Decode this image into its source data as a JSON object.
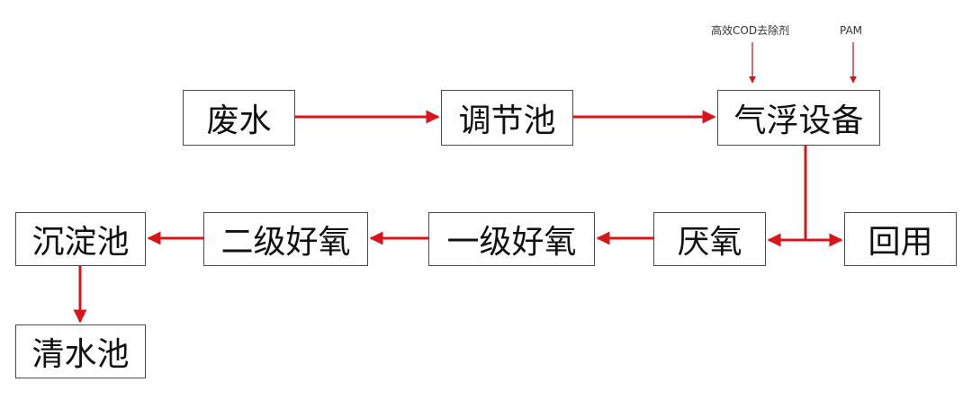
{
  "nodes": {
    "wastewater": "废水",
    "equalization_tank": "调节池",
    "air_flotation": "气浮设备",
    "anoxic": "厌氧",
    "reuse": "回用",
    "aerobic_stage1": "一级好氧",
    "aerobic_stage2": "二级好氧",
    "settling_tank": "沉淀池",
    "clear_water_tank": "清水池"
  },
  "additives": {
    "cod_remover": "高效COD去除剂",
    "pam": "PAM"
  },
  "colors": {
    "arrow": "#d8151b",
    "box_border": "#4a4a4a",
    "text": "#111111"
  }
}
